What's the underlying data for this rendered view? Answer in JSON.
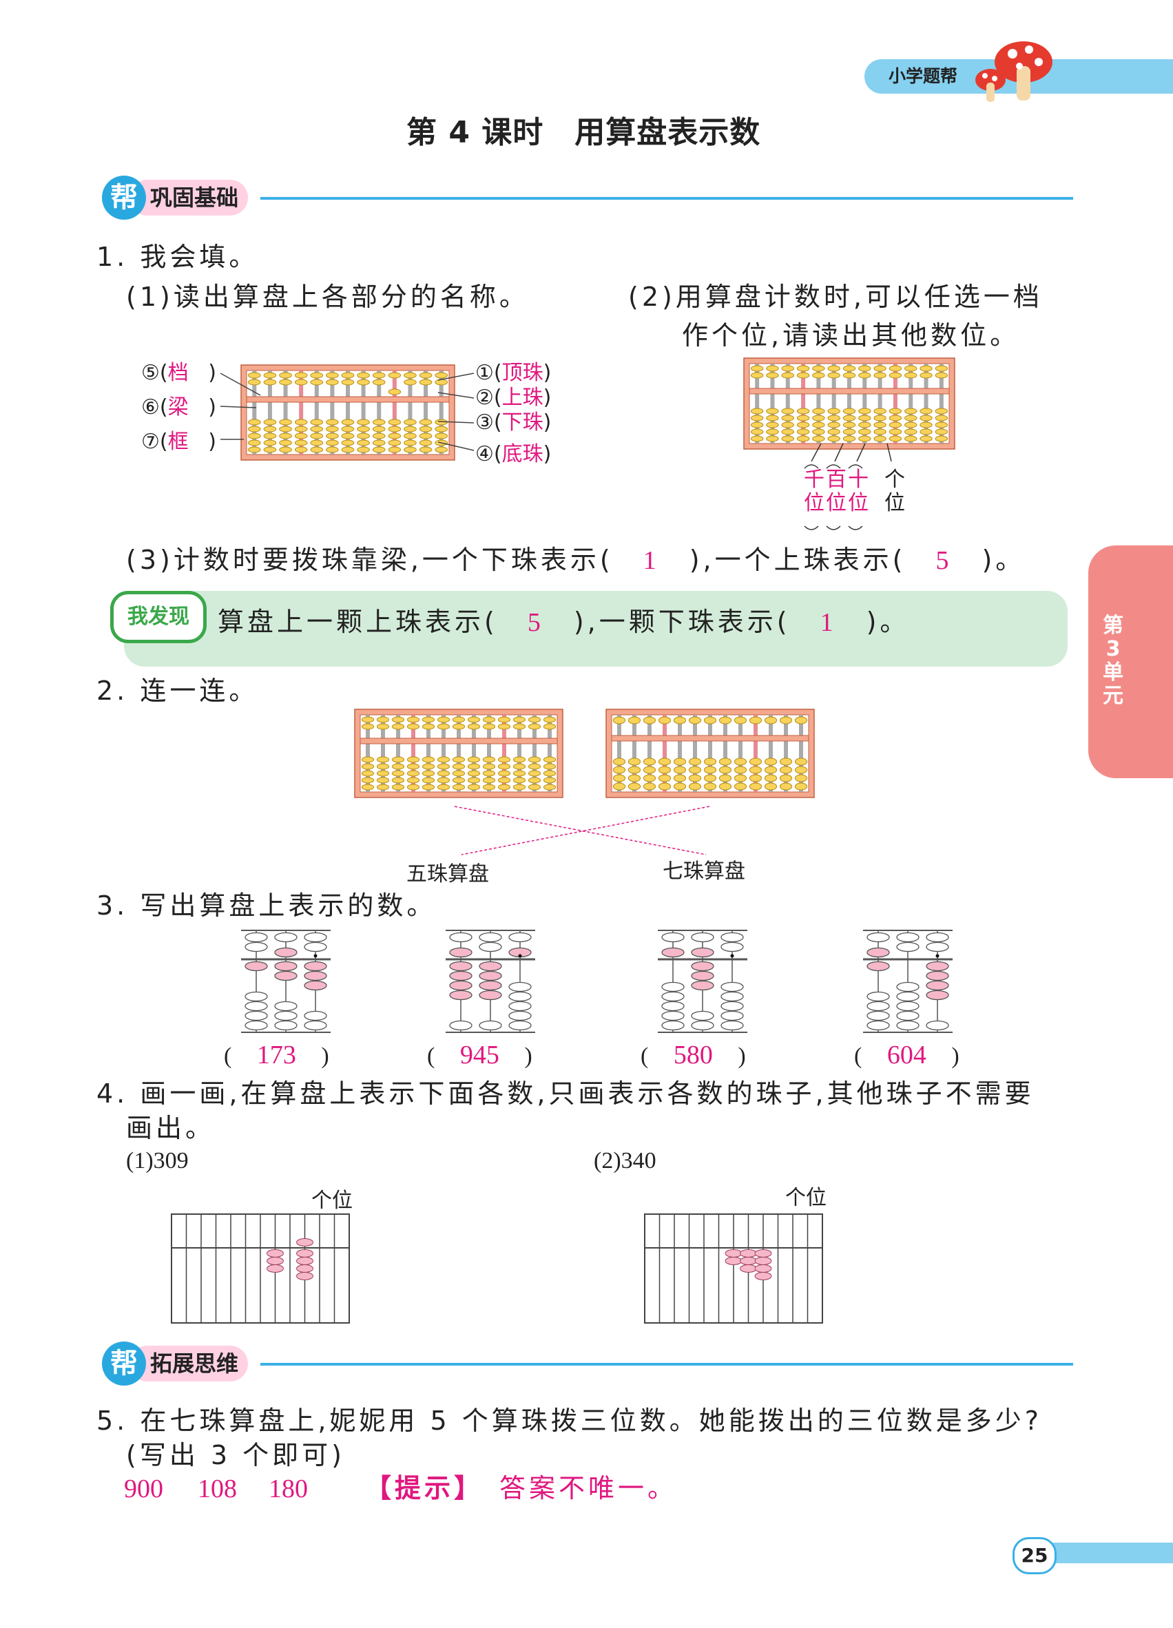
{
  "header": {
    "brand": "小学题帮",
    "page_title": "第 4 课时　用算盘表示数",
    "side_tab": "第3单元",
    "page_number": "25"
  },
  "sections": {
    "basic": "巩固基础",
    "extend": "拓展思维",
    "badge_glyph": "帮"
  },
  "q1": {
    "stem": "1. 我会填。",
    "sub1": "(1)读出算盘上各部分的名称。",
    "sub2_line1": "(2)用算盘计数时,可以任选一档",
    "sub2_line2": "作个位,请读出其他数位。",
    "parts": [
      {
        "num": "⑤(",
        "ans": "档",
        "close": ")"
      },
      {
        "num": "⑥(",
        "ans": "梁",
        "close": ")"
      },
      {
        "num": "⑦(",
        "ans": "框",
        "close": ")"
      },
      {
        "num": "①(",
        "ans": "顶珠",
        "close": ")"
      },
      {
        "num": "②(",
        "ans": "上珠",
        "close": ")"
      },
      {
        "num": "③(",
        "ans": "下珠",
        "close": ")"
      },
      {
        "num": "④(",
        "ans": "底珠",
        "close": ")"
      }
    ],
    "places": [
      "千位",
      "百位",
      "十位",
      "个位"
    ],
    "sub3_a": "(3)计数时要拨珠靠梁,一个下珠表示(",
    "sub3_ans1": "1",
    "sub3_b": "),一个上珠表示(",
    "sub3_ans2": "5",
    "sub3_c": ")。",
    "discovery_badge": "我发现",
    "disc_a": "算盘上一颗上珠表示(",
    "disc_ans1": "5",
    "disc_b": "),一颗下珠表示(",
    "disc_ans2": "1",
    "disc_c": ")。"
  },
  "q2": {
    "stem": "2. 连一连。",
    "label_left": "五珠算盘",
    "label_right": "七珠算盘"
  },
  "q3": {
    "stem": "3. 写出算盘上表示的数。",
    "answers": [
      {
        "open": "(",
        "value": "173",
        "close": ")"
      },
      {
        "open": "(",
        "value": "945",
        "close": ")"
      },
      {
        "open": "(",
        "value": "580",
        "close": ")"
      },
      {
        "open": "(",
        "value": "604",
        "close": ")"
      }
    ]
  },
  "q4": {
    "stem_line1": "4. 画一画,在算盘上表示下面各数,只画表示各数的珠子,其他珠子不需要",
    "stem_line2": "画出。",
    "items": [
      {
        "label": "(1)309",
        "ones": "个位"
      },
      {
        "label": "(2)340",
        "ones": "个位"
      }
    ]
  },
  "q5": {
    "stem_line1": "5. 在七珠算盘上,妮妮用 5 个算珠拨三位数。她能拨出的三位数是多少?",
    "stem_line2": "(写出 3 个即可)",
    "answers": [
      "900",
      "108",
      "180"
    ],
    "hint_label": "【提示】",
    "hint_text": "答案不唯一。"
  },
  "colors": {
    "accent_pink": "#e0177f",
    "frame": "#f4a98f",
    "bead": "#f7d35b",
    "rod_red": "#e88a94",
    "blue": "#3bb0e6",
    "draw_bead": "#f6b8c9"
  }
}
